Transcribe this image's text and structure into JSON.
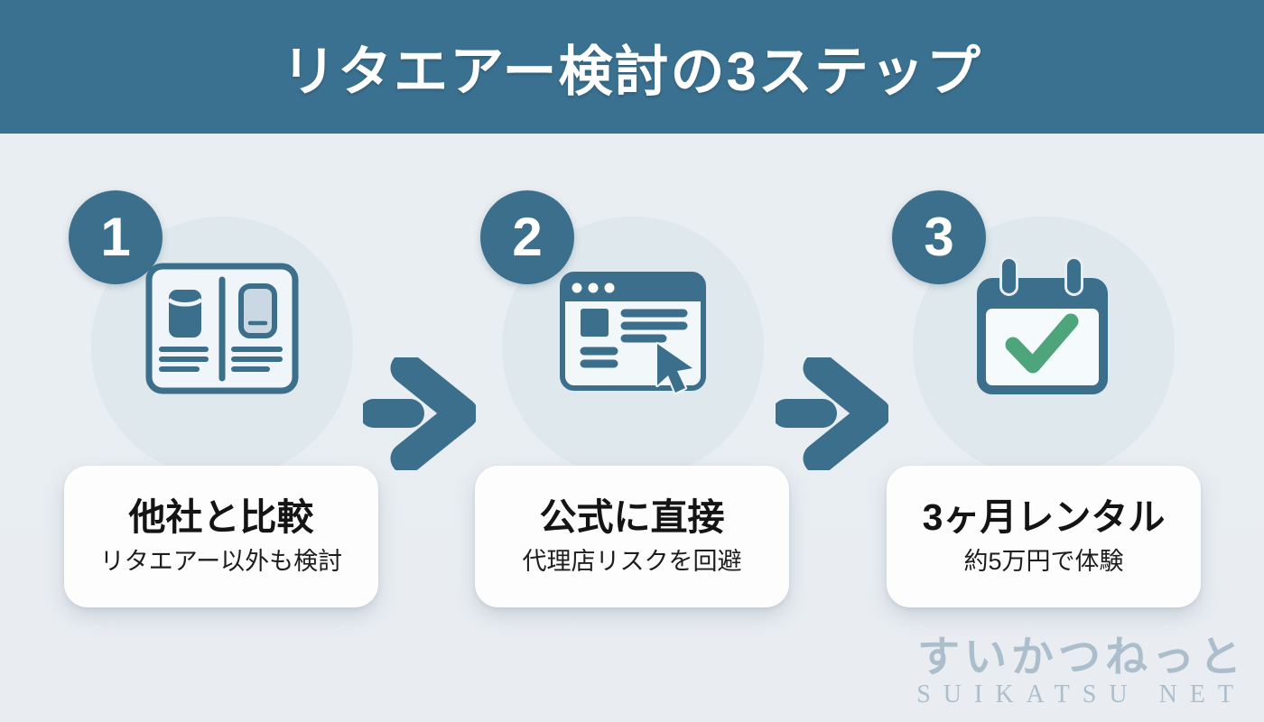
{
  "header": {
    "title": "リタエアー検討の3ステップ"
  },
  "colors": {
    "accent": "#3c6f8c",
    "header_bg": "#3a7190",
    "page_bg": "#e9eef3",
    "halo": "#dfe8ed",
    "card_bg": "#fdfdfe",
    "check_green": "#4fa57b",
    "watermark": "#9db3c3"
  },
  "steps": [
    {
      "number": "1",
      "icon": "comparison-document-icon",
      "title": "他社と比較",
      "subtitle": "リタエアー以外も検討"
    },
    {
      "number": "2",
      "icon": "browser-click-icon",
      "title": "公式に直接",
      "subtitle": "代理店リスクを回避"
    },
    {
      "number": "3",
      "icon": "calendar-check-icon",
      "title": "3ヶ月レンタル",
      "subtitle": "約5万円で体験"
    }
  ],
  "arrows": [
    {
      "icon": "arrow-right-icon"
    },
    {
      "icon": "arrow-right-icon"
    }
  ],
  "watermark": {
    "line1": "すいかつねっと",
    "line2": "SUIKATSU NET"
  }
}
